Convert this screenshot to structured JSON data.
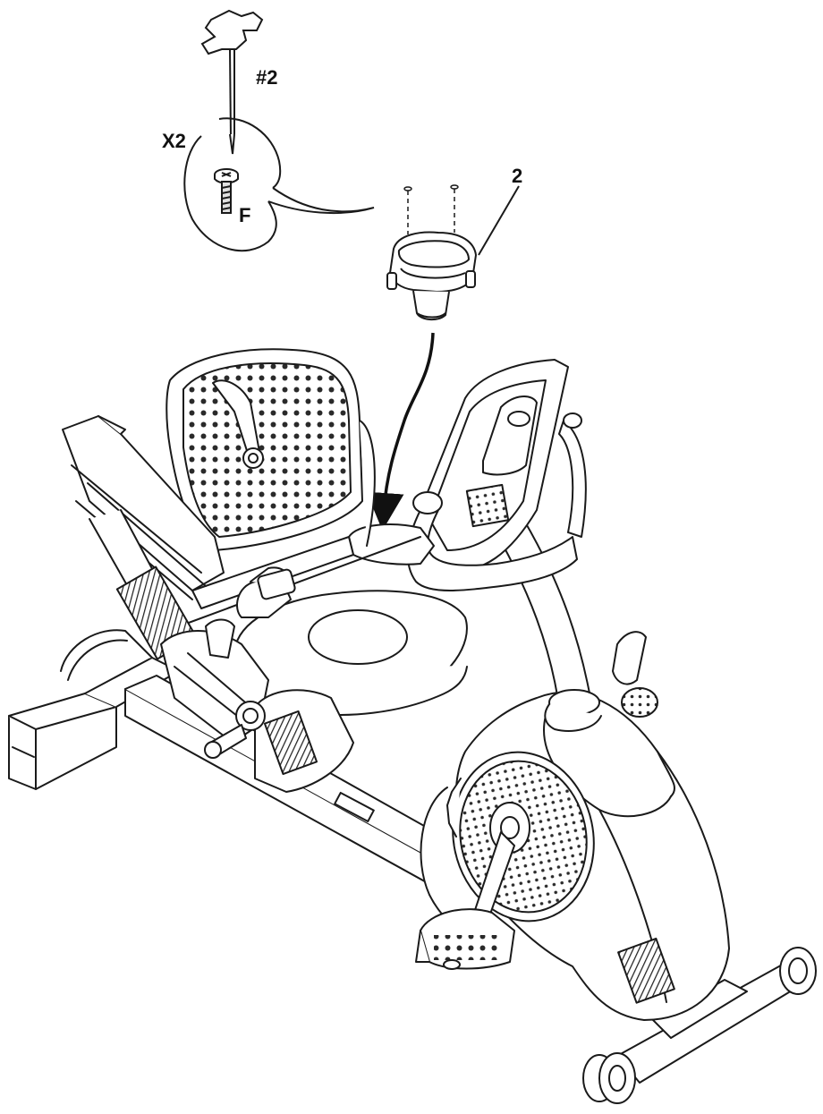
{
  "labels": {
    "tool": "#2",
    "quantity": "X2",
    "fastener": "F",
    "part": "2"
  },
  "colors": {
    "line": "#1a1a1a",
    "fill": "#ffffff",
    "shade": "#d9d9d9",
    "dots": "#333333"
  },
  "icons": {
    "tool": "phillips-screwdriver-icon",
    "fastener": "screw-icon",
    "part": "cup-holder-icon",
    "machine": "recumbent-bike-icon",
    "arrow": "install-arrow-icon"
  }
}
